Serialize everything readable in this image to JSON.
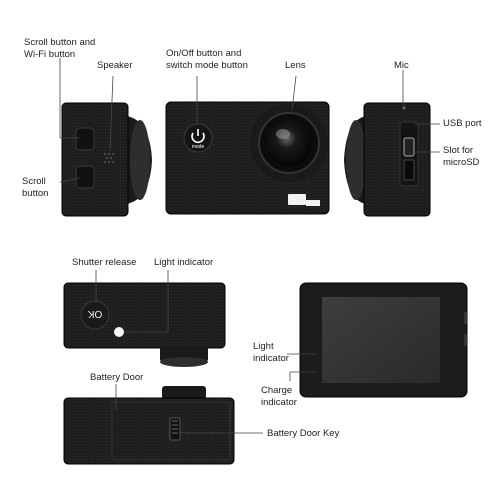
{
  "labels": {
    "scroll_wifi": [
      "Scroll button and",
      "Wi-Fi button"
    ],
    "speaker": "Speaker",
    "onoff": [
      "On/Off button and",
      "switch mode button"
    ],
    "lens": "Lens",
    "mic": "Mic",
    "usb": "USB port",
    "microsd": [
      "Slot for",
      "microSD"
    ],
    "scroll_button": [
      "Scroll",
      "button"
    ],
    "shutter": "Shutter release",
    "light_top": "Light indicator",
    "battery_door": "Battery Door",
    "battery_key": "Battery Door Key",
    "light_screen": [
      "Light",
      "indicator"
    ],
    "charge": [
      "Charge",
      "indicator"
    ]
  },
  "camera_text": {
    "mode_button": "mode",
    "shutter_button": "OK"
  }
}
